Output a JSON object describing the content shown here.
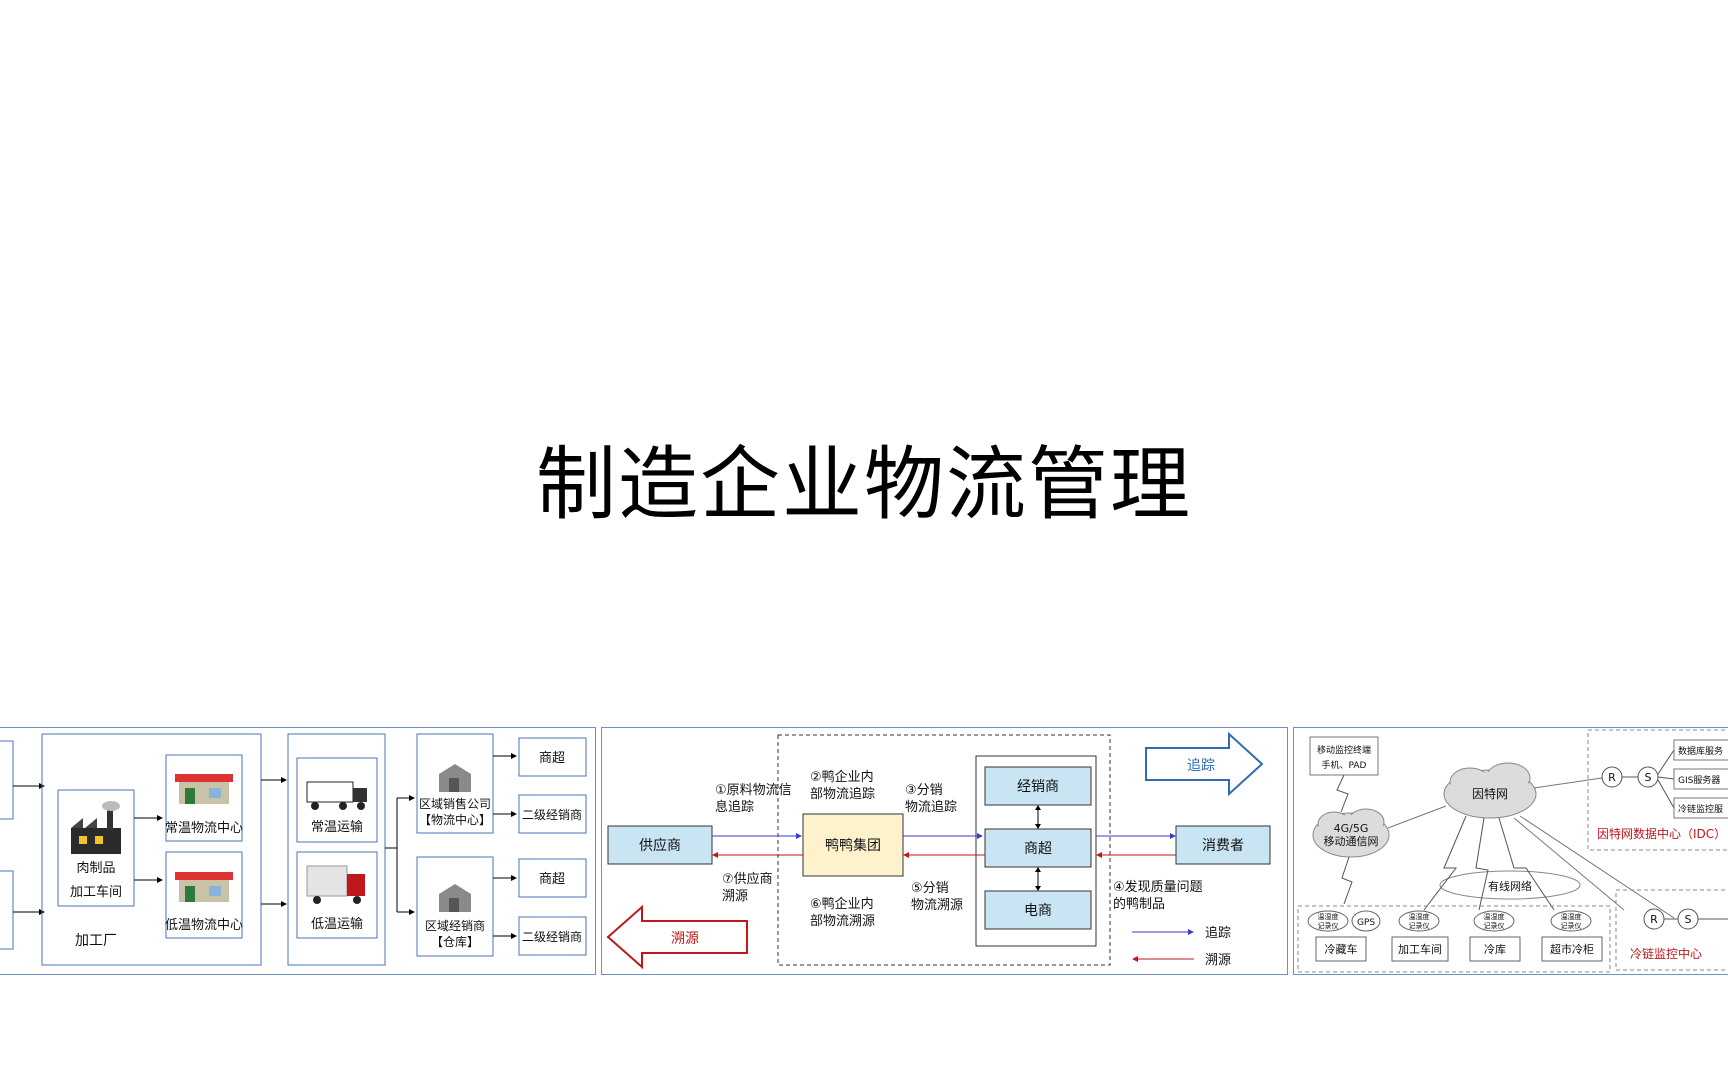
{
  "slide": {
    "title": "制造企业物流管理"
  },
  "panel1": {
    "factory_caption": "加工厂",
    "workshop": [
      "肉制品",
      "加工车间"
    ],
    "center_ambient": "常温物流中心",
    "center_cold": "低温物流中心",
    "transport_ambient": "常温运输",
    "transport_cold": "低温运输",
    "regional_sales": [
      "区域销售公司",
      "【物流中心】"
    ],
    "regional_dealer": [
      "区域经销商",
      "【仓库】"
    ],
    "supermarket_a": "商超",
    "secondary_dealer_a": "二级经销商",
    "supermarket_b": "商超",
    "secondary_dealer_b": "二级经销商"
  },
  "panel2": {
    "supplier": "供应商",
    "group": "鸭鸭集团",
    "consumer": "消费者",
    "dealer": "经销商",
    "supermarket": "商超",
    "ecommerce": "电商",
    "trace_forward_arrow": "追踪",
    "trace_back_arrow": "溯源",
    "step1": [
      "①原料物流信",
      "息追踪"
    ],
    "step2": [
      "②鸭企业内",
      "部物流追踪"
    ],
    "step3": [
      "③分销",
      "物流追踪"
    ],
    "step4": [
      "④发现质量问题",
      "的鸭制品"
    ],
    "step5": [
      "⑤分销",
      "物流溯源"
    ],
    "step6": [
      "⑥鸭企业内",
      "部物流溯源"
    ],
    "step7": [
      "⑦供应商",
      "溯源"
    ],
    "legend_forward": "追踪",
    "legend_back": "溯源"
  },
  "panel3": {
    "mobile_terminal": [
      "移动监控终端",
      "手机、PAD"
    ],
    "mobile_network": [
      "4G/5G",
      "移动通信网"
    ],
    "internet": "因特网",
    "wired": "有线网络",
    "router_label": "R",
    "switch_label": "S",
    "servers": [
      "数据库服务",
      "GIS服务器",
      "冷链监控服"
    ],
    "idc_caption": "因特网数据中心（IDC）",
    "coldchain_caption": "冷链监控中心",
    "recorder": [
      "温湿度",
      "记录仪"
    ],
    "gps": "GPS",
    "nodes": [
      "冷藏车",
      "加工车间",
      "冷库",
      "超市冷柜"
    ]
  },
  "colors": {
    "forward": "#3b3bd8",
    "back": "#c0161c",
    "panel_border": "#6f8fc2",
    "box_fill": "#c9e4f3",
    "group_fill": "#fdf2cc"
  }
}
